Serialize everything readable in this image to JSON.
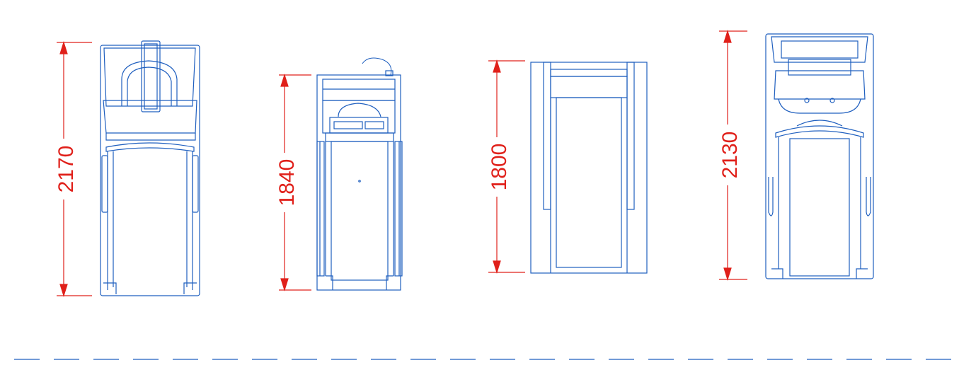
{
  "colors": {
    "outline": "#1f5fbf",
    "dimension": "#e0201a",
    "background": "#ffffff"
  },
  "dimensions": [
    {
      "value": "2170"
    },
    {
      "value": "1840"
    },
    {
      "value": "1800"
    },
    {
      "value": "2130"
    }
  ]
}
